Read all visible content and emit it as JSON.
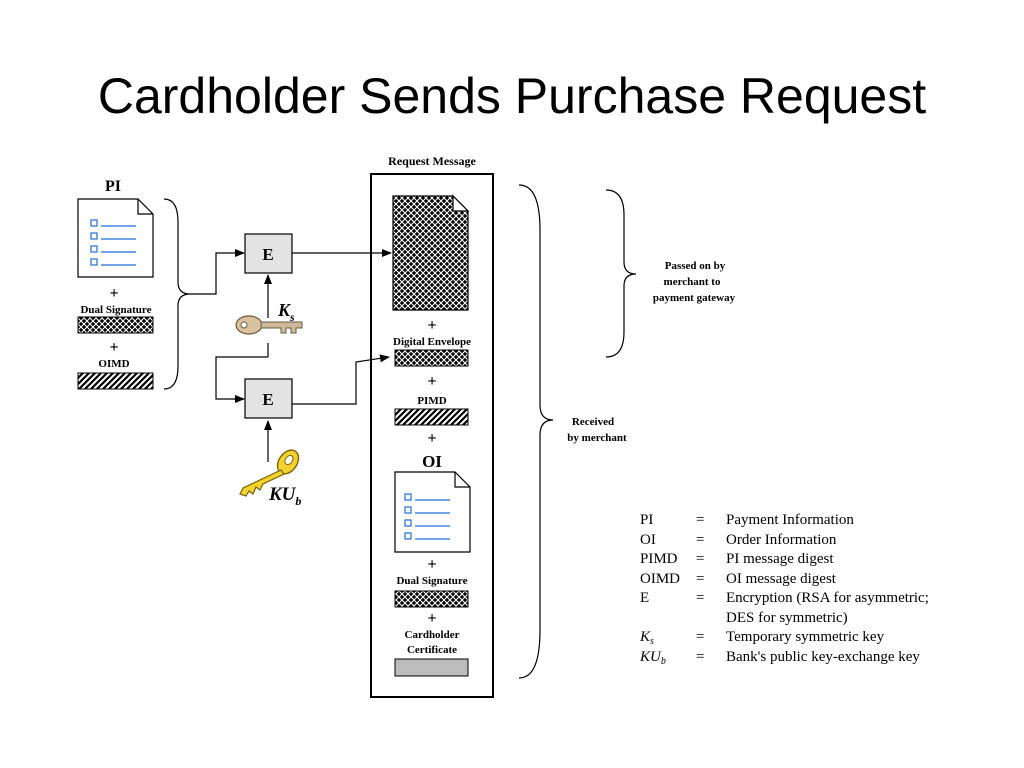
{
  "title": "Cardholder Sends Purchase Request",
  "diagram": {
    "pi_label": "PI",
    "oi_label": "OI",
    "plus": "+",
    "dual_signature": "Dual Signature",
    "oimd": "OIMD",
    "encrypt_label": "E",
    "ks_main": "K",
    "ks_sub": "s",
    "kub_main": "KU",
    "kub_sub": "b",
    "request_message": "Request Message",
    "digital_envelope": "Digital Envelope",
    "pimd": "PIMD",
    "cardholder_certificate_line1": "Cardholder",
    "cardholder_certificate_line2": "Certificate",
    "passed_on_line1": "Passed on by",
    "passed_on_line2": "merchant to",
    "passed_on_line3": "payment gateway",
    "received_line1": "Received",
    "received_line2": "by merchant"
  },
  "legend": [
    {
      "abbr": "PI",
      "eq": "=",
      "desc": "Payment Information"
    },
    {
      "abbr": "OI",
      "eq": "=",
      "desc": "Order Information"
    },
    {
      "abbr": "PIMD",
      "eq": "=",
      "desc": "PI message digest"
    },
    {
      "abbr": "OIMD",
      "eq": "=",
      "desc": "OI message digest"
    },
    {
      "abbr": "E",
      "eq": "=",
      "desc": "Encryption (RSA for asymmetric;",
      "desc2": "DES for symmetric)"
    },
    {
      "abbr_main": "K",
      "abbr_sub": "s",
      "eq": "=",
      "desc": "Temporary symmetric key"
    },
    {
      "abbr_main": "KU",
      "abbr_sub": "b",
      "eq": "=",
      "desc": "Bank's public key-exchange key"
    }
  ]
}
